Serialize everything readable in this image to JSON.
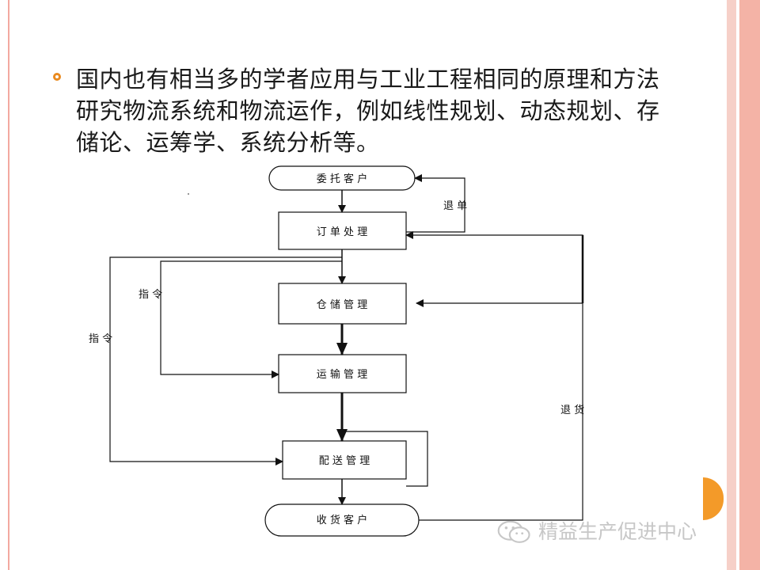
{
  "bullet_text": "国内也有相当多的学者应用与工业工程相同的原理和方法研究物流系统和物流运作，例如线性规划、动态规划、存储论、运筹学、系统分析等。",
  "flowchart": {
    "nodes": {
      "client": "委 托 客 户",
      "order": "订 单 处 理",
      "warehouse": "仓 储 管 理",
      "transport": "运 输 管 理",
      "delivery": "配 送 管 理",
      "receiver": "收 货 客 户"
    },
    "labels": {
      "return_order": "退 单",
      "instruction_1": "指 令",
      "instruction_2": "指 令",
      "return_goods": "退 货"
    }
  },
  "watermark": "精益生产促进中心",
  "colors": {
    "bullet": "#e98a1f",
    "accent": "#f39a29",
    "border_band": "#f4b3a6"
  }
}
